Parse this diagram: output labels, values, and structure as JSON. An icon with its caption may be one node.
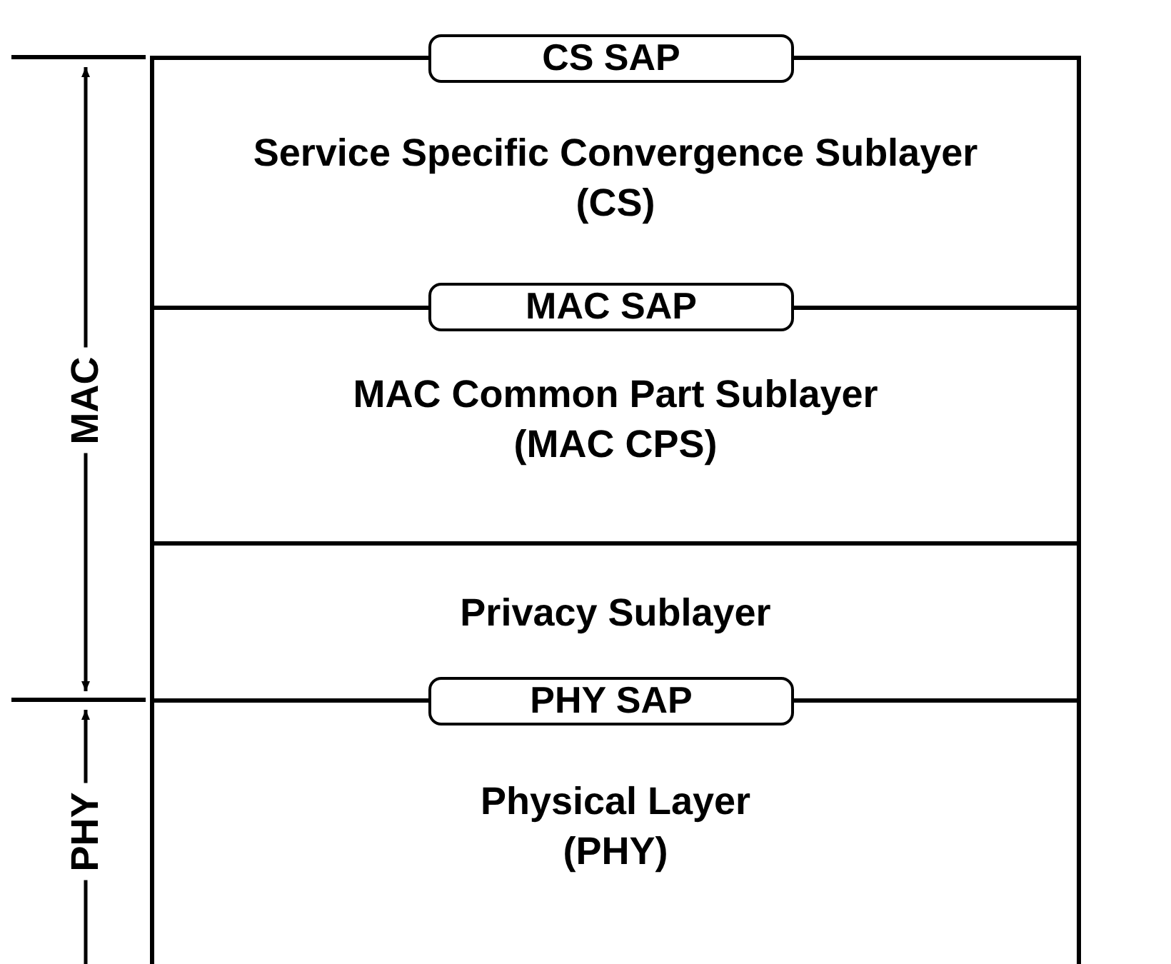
{
  "diagram": {
    "nodes": [
      {
        "text": [
          "CS SAP"
        ]
      },
      {
        "text": [
          "Service Specific Convergence Sublayer (CS)"
        ]
      },
      {
        "text": [
          "MAC SAP"
        ]
      },
      {
        "text": [
          "MAC Common Part Sublayer (MAC CPS)"
        ]
      },
      {
        "text": [
          "Privacy Sublayer"
        ]
      },
      {
        "text": [
          "PHY SAP"
        ]
      },
      {
        "text": [
          "Physical Layer (PHY)"
        ]
      }
    ],
    "edges": [],
    "labels": [
      "MAC",
      "PHY"
    ]
  }
}
